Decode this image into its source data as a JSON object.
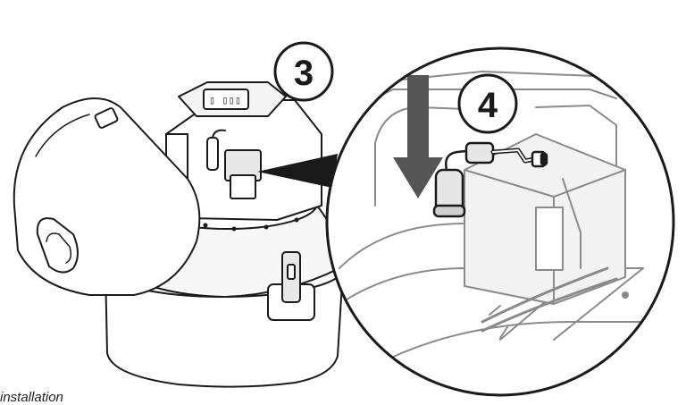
{
  "callouts": {
    "step_3": "3",
    "step_4": "4"
  },
  "caption": "installation",
  "colors": {
    "line": "#1a1a1a",
    "light_line": "#8a8a8a",
    "fill_white": "#ffffff",
    "fill_light": "#f2f2f2",
    "fill_mid": "#d9d9d9",
    "arrow": "#555555"
  },
  "icons": [
    "down-arrow-icon",
    "elbow-fitting-icon"
  ]
}
